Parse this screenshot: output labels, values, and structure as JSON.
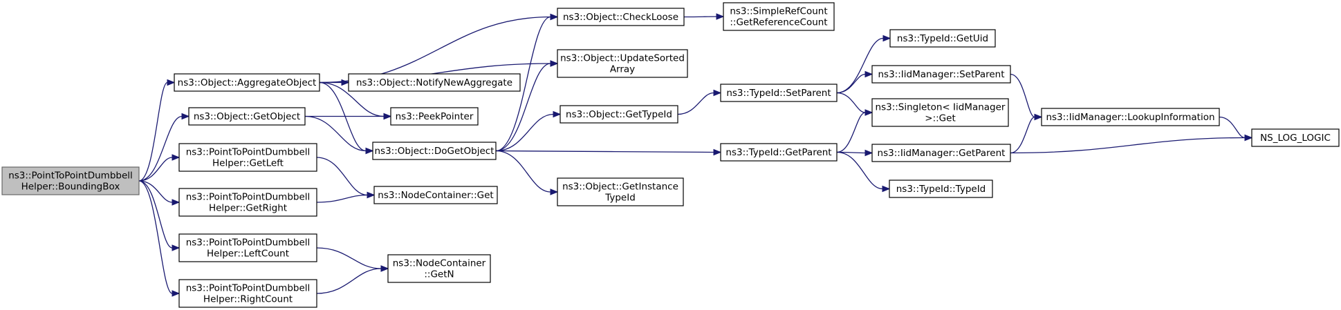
{
  "colors": {
    "edge": "#191970",
    "root_fill": "#bfbfbf",
    "node_fill": "#ffffff",
    "node_stroke": "#000000"
  },
  "nodes": [
    {
      "id": "root",
      "lines": [
        "ns3::PointToPointDumbbell",
        "Helper::BoundingBox"
      ],
      "root": true
    },
    {
      "id": "aggregate",
      "lines": [
        "ns3::Object::AggregateObject"
      ]
    },
    {
      "id": "getobject",
      "lines": [
        "ns3::Object::GetObject"
      ]
    },
    {
      "id": "getleft",
      "lines": [
        "ns3::PointToPointDumbbell",
        "Helper::GetLeft"
      ]
    },
    {
      "id": "getright",
      "lines": [
        "ns3::PointToPointDumbbell",
        "Helper::GetRight"
      ]
    },
    {
      "id": "leftcount",
      "lines": [
        "ns3::PointToPointDumbbell",
        "Helper::LeftCount"
      ]
    },
    {
      "id": "rightcount",
      "lines": [
        "ns3::PointToPointDumbbell",
        "Helper::RightCount"
      ]
    },
    {
      "id": "notify",
      "lines": [
        "ns3::Object::NotifyNewAggregate"
      ]
    },
    {
      "id": "peek",
      "lines": [
        "ns3::PeekPointer"
      ]
    },
    {
      "id": "dogetobject",
      "lines": [
        "ns3::Object::DoGetObject"
      ]
    },
    {
      "id": "ncget",
      "lines": [
        "ns3::NodeContainer::Get"
      ]
    },
    {
      "id": "ncgetn",
      "lines": [
        "ns3::NodeContainer",
        "::GetN"
      ]
    },
    {
      "id": "checkloose",
      "lines": [
        "ns3::Object::CheckLoose"
      ]
    },
    {
      "id": "updatesorted",
      "lines": [
        "ns3::Object::UpdateSorted",
        "Array"
      ]
    },
    {
      "id": "gettypeid",
      "lines": [
        "ns3::Object::GetTypeId"
      ]
    },
    {
      "id": "getinstance",
      "lines": [
        "ns3::Object::GetInstance",
        "TypeId"
      ]
    },
    {
      "id": "simplerefcount",
      "lines": [
        "ns3::SimpleRefCount",
        "::GetReferenceCount"
      ]
    },
    {
      "id": "setparent",
      "lines": [
        "ns3::TypeId::SetParent"
      ]
    },
    {
      "id": "getparent",
      "lines": [
        "ns3::TypeId::GetParent"
      ]
    },
    {
      "id": "getuid",
      "lines": [
        "ns3::TypeId::GetUid"
      ]
    },
    {
      "id": "iidsetparent",
      "lines": [
        "ns3::IidManager::SetParent"
      ]
    },
    {
      "id": "singleton",
      "lines": [
        "ns3::Singleton< IidManager",
        ">::Get"
      ]
    },
    {
      "id": "iidgetparent",
      "lines": [
        "ns3::IidManager::GetParent"
      ]
    },
    {
      "id": "typeidctor",
      "lines": [
        "ns3::TypeId::TypeId"
      ]
    },
    {
      "id": "lookup",
      "lines": [
        "ns3::IidManager::LookupInformation"
      ]
    },
    {
      "id": "nslog",
      "lines": [
        "NS_LOG_LOGIC"
      ]
    }
  ],
  "edges": [
    [
      "root",
      "aggregate"
    ],
    [
      "root",
      "getobject"
    ],
    [
      "root",
      "getleft"
    ],
    [
      "root",
      "getright"
    ],
    [
      "root",
      "leftcount"
    ],
    [
      "root",
      "rightcount"
    ],
    [
      "aggregate",
      "checkloose"
    ],
    [
      "aggregate",
      "updatesorted"
    ],
    [
      "aggregate",
      "notify"
    ],
    [
      "aggregate",
      "peek"
    ],
    [
      "aggregate",
      "dogetobject"
    ],
    [
      "getobject",
      "peek"
    ],
    [
      "getobject",
      "dogetobject"
    ],
    [
      "getleft",
      "ncget"
    ],
    [
      "getright",
      "ncget"
    ],
    [
      "leftcount",
      "ncgetn"
    ],
    [
      "rightcount",
      "ncgetn"
    ],
    [
      "dogetobject",
      "checkloose"
    ],
    [
      "dogetobject",
      "updatesorted"
    ],
    [
      "dogetobject",
      "gettypeid"
    ],
    [
      "dogetobject",
      "getinstance"
    ],
    [
      "dogetobject",
      "getparent"
    ],
    [
      "checkloose",
      "simplerefcount"
    ],
    [
      "gettypeid",
      "setparent"
    ],
    [
      "setparent",
      "getuid"
    ],
    [
      "setparent",
      "iidsetparent"
    ],
    [
      "setparent",
      "singleton"
    ],
    [
      "getparent",
      "singleton"
    ],
    [
      "getparent",
      "iidgetparent"
    ],
    [
      "getparent",
      "typeidctor"
    ],
    [
      "iidsetparent",
      "lookup"
    ],
    [
      "iidgetparent",
      "lookup"
    ],
    [
      "iidgetparent",
      "nslog"
    ],
    [
      "lookup",
      "nslog"
    ]
  ]
}
